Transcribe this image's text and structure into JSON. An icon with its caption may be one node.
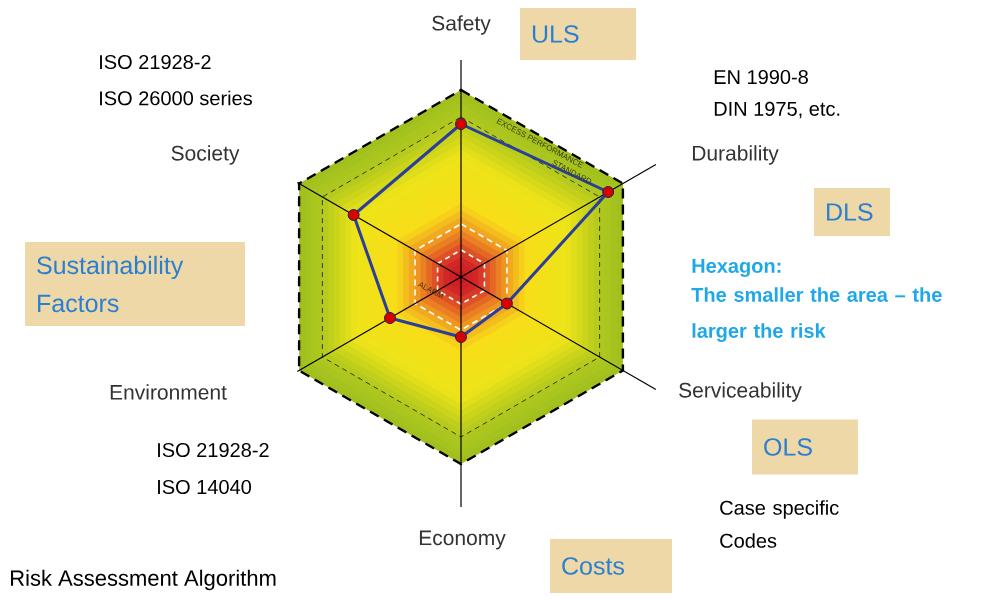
{
  "diagram": {
    "caption": "Risk Assessment Algorithm",
    "nodes": [
      {
        "text": [
          "ULS"
        ]
      },
      {
        "text": [
          "DLS"
        ]
      },
      {
        "text": [
          "Sustainability Factors"
        ]
      },
      {
        "text": [
          "OLS"
        ]
      },
      {
        "text": [
          "Costs"
        ]
      }
    ],
    "labels": [
      "Safety",
      "ISO 21928-2",
      "EN 1990-8",
      "ISO 26000 series",
      "DIN 1975, etc.",
      "EXCESS PERFORMANCE",
      "STANDARD",
      "Society",
      "Durability",
      "Hexagon:",
      "The smaller the area – the larger the risk",
      "ALARM",
      "Environment",
      "Serviceability",
      "ISO 21928-2",
      "ISO 14040",
      "Economy",
      "Case specific Codes"
    ]
  }
}
